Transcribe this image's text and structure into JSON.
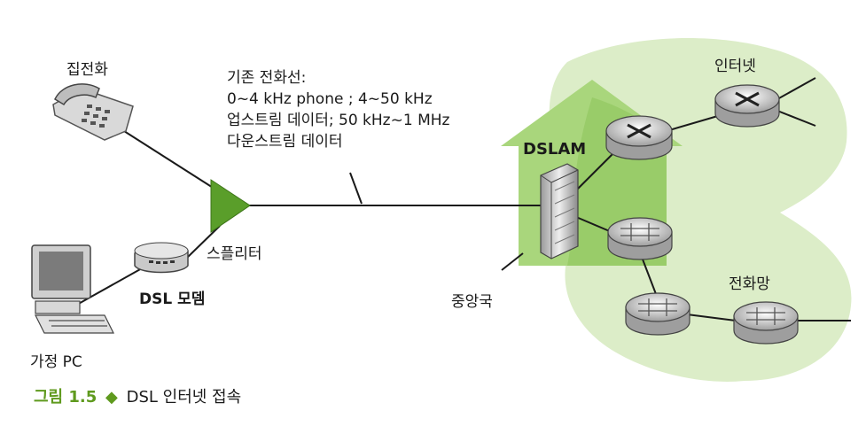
{
  "labels": {
    "phone": "집전화",
    "home_pc": "가정 PC",
    "dsl_modem": "DSL 모뎀",
    "splitter": "스플리터",
    "central_office": "중앙국",
    "dslam": "DSLAM",
    "internet": "인터넷",
    "telephone_network": "전화망"
  },
  "line_note": [
    "기존 전화선:",
    "0~4 kHz phone ; 4~50 kHz",
    "업스트림 데이터; 50 kHz~1 MHz",
    "다운스트림 데이터"
  ],
  "caption": {
    "number": "그림 1.5",
    "separator": "◆",
    "text": "DSL 인터넷 접속"
  },
  "colors": {
    "cloud": "#d9ecc4",
    "house": "#a6d47a",
    "splitter": "#5a9e2a",
    "caption_accent": "#5f9a1e"
  }
}
